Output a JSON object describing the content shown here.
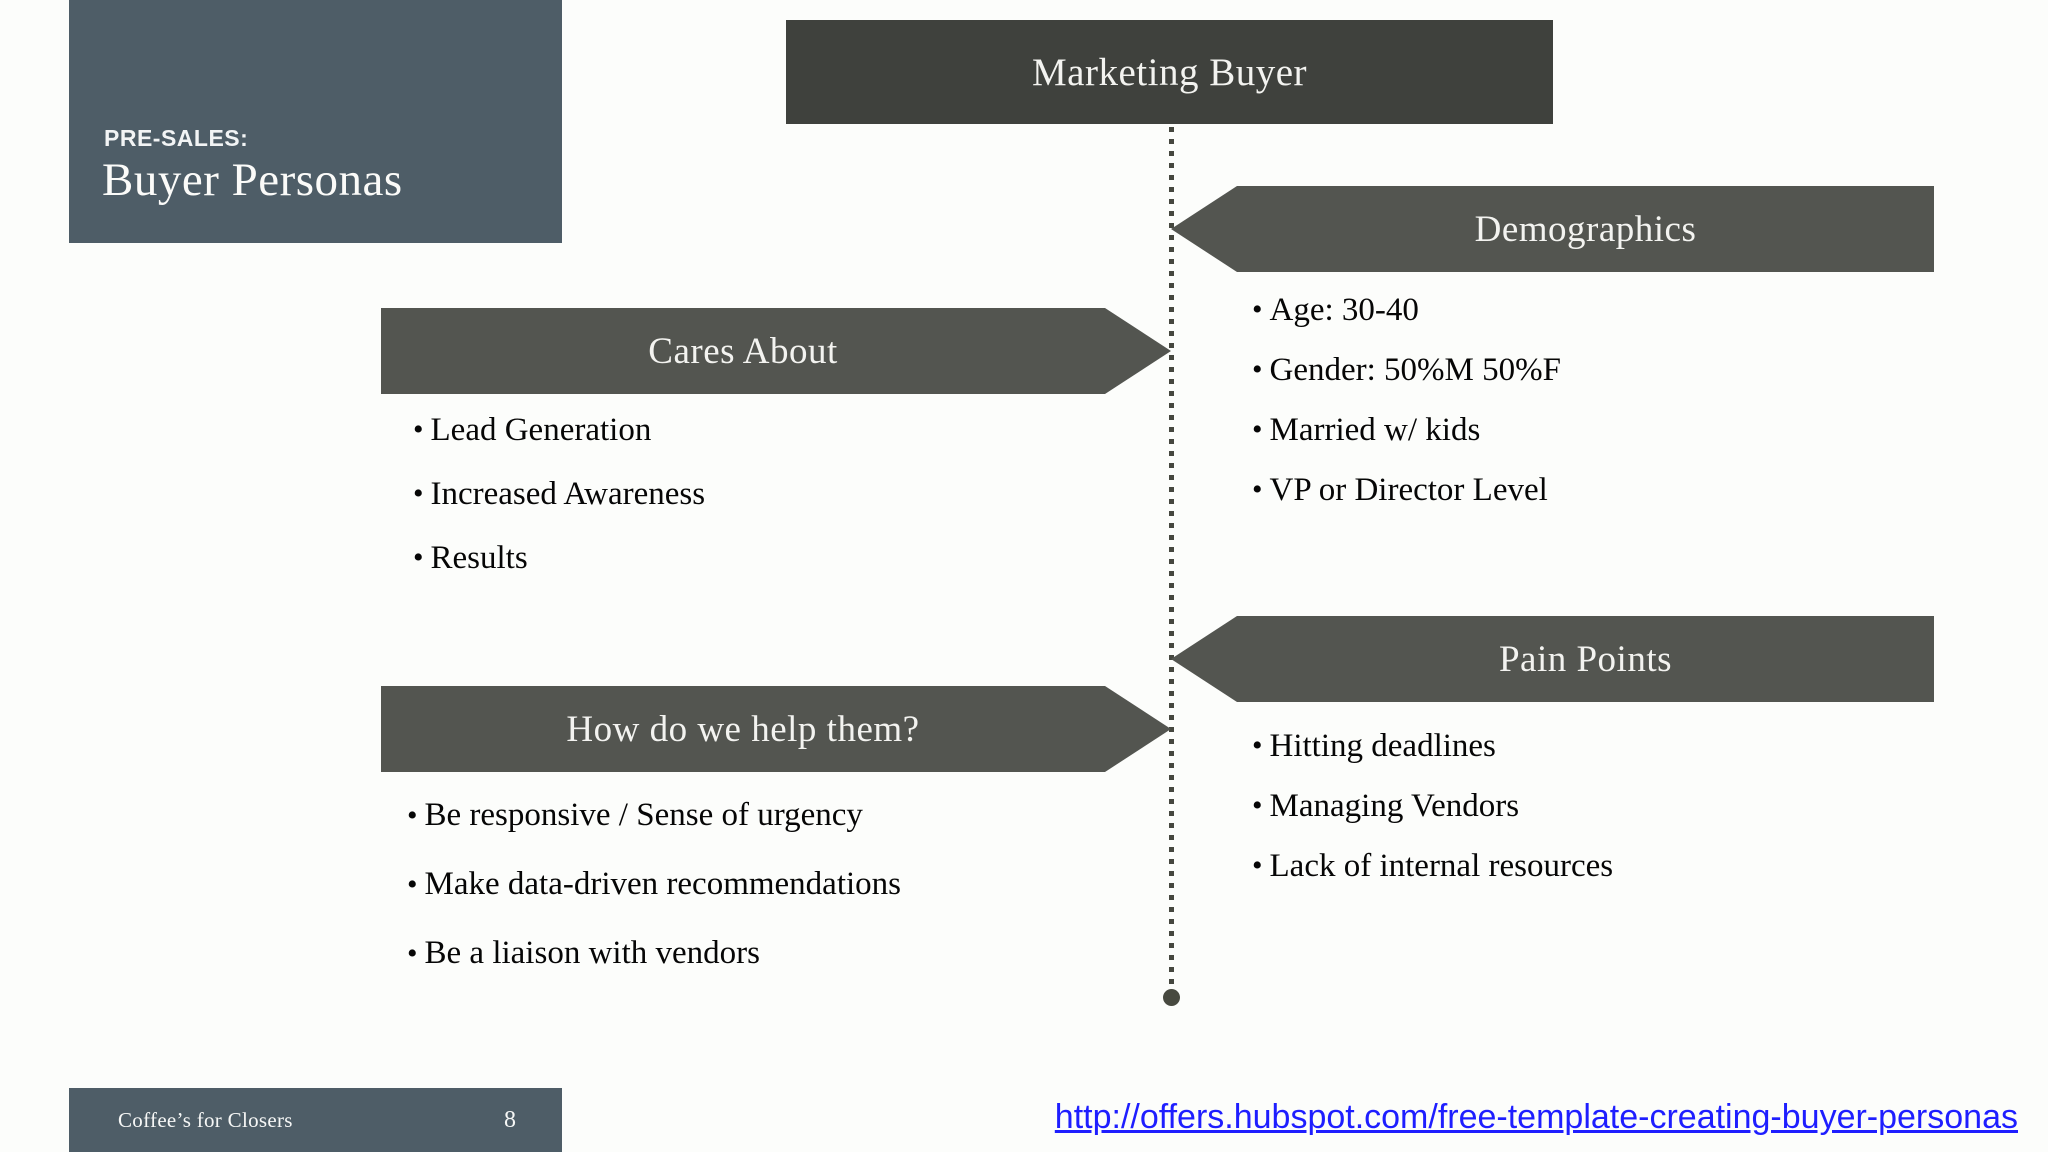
{
  "slide": {
    "title_block": {
      "kicker": "PRE-SALES:",
      "title": "Buyer Personas"
    },
    "center_header": "Marketing Buyer",
    "sections": {
      "cares_about": {
        "label": "Cares About",
        "bullets": [
          "Lead Generation",
          "Increased Awareness",
          "Results"
        ]
      },
      "demographics": {
        "label": "Demographics",
        "bullets": [
          "Age: 30-40",
          "Gender: 50%M 50%F",
          "Married w/ kids",
          "VP or Director Level"
        ]
      },
      "how_help": {
        "label": "How do we help them?",
        "bullets": [
          "Be responsive / Sense of urgency",
          "Make data-driven recommendations",
          "Be a liaison with vendors"
        ]
      },
      "pain_points": {
        "label": "Pain Points",
        "bullets": [
          "Hitting deadlines",
          "Managing Vendors",
          "Lack of internal resources"
        ]
      }
    },
    "footer": {
      "deck_name": "Coffee’s for Closers",
      "page_number": "8",
      "link": "http://offers.hubspot.com/free-template-creating-buyer-personas"
    },
    "colors": {
      "slate": "#4e5d67",
      "dark_charcoal": "#3f413d",
      "banner_gray": "#535550",
      "link_blue": "#1e1eff",
      "background": "#fcfdfb"
    }
  }
}
